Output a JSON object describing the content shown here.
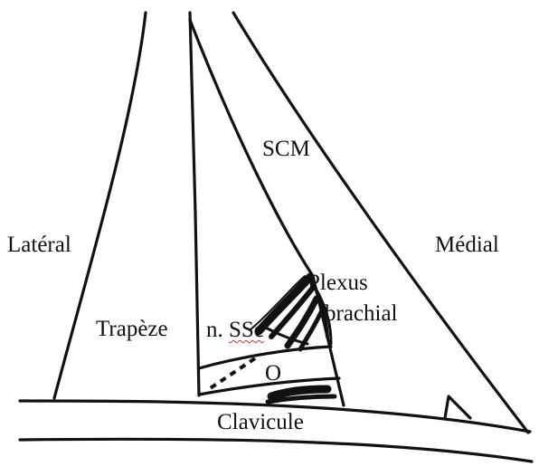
{
  "labels": {
    "scm": "SCM",
    "lateral": "Latéral",
    "medial": "Médial",
    "plexus_line1": "Plexus",
    "plexus_line2": "brachial",
    "trapeze": "Trapèze",
    "n_ssc_prefix": "n. ",
    "n_ssc_term": "SSc",
    "omohyoid": "O",
    "clavicule": "Clavicule"
  },
  "colors": {
    "ink": "#111111",
    "spellcheck_underline": "#c0392b"
  }
}
